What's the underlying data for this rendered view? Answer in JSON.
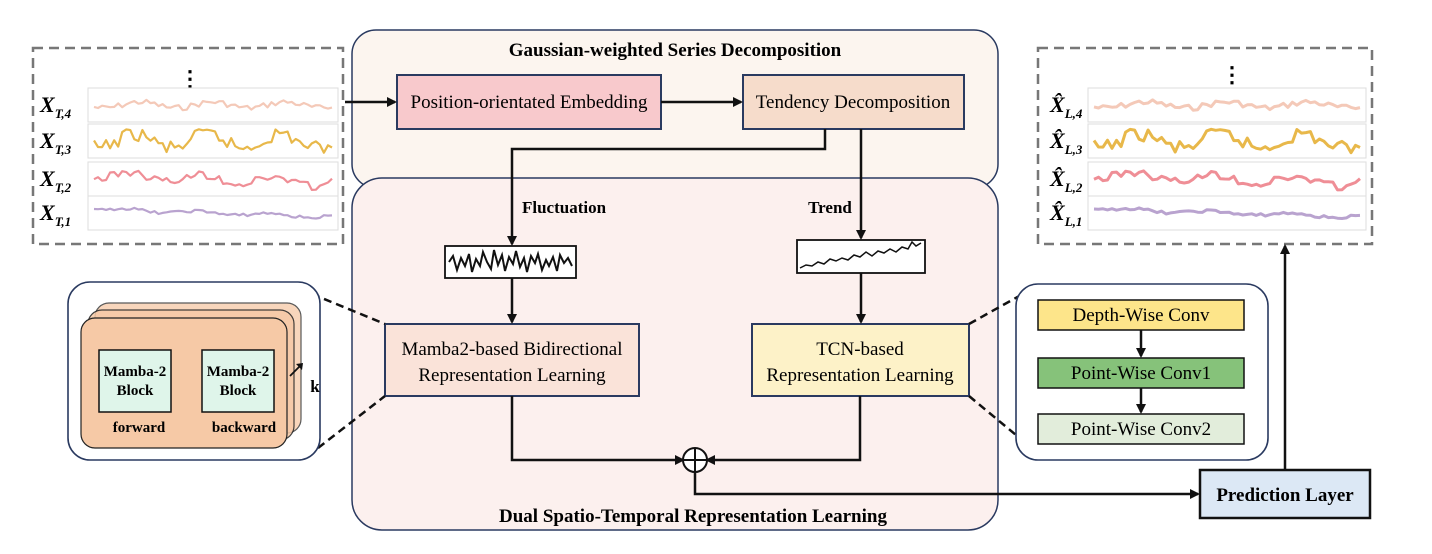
{
  "colors": {
    "gsd_bg": "#fcf5ef",
    "dst_bg": "#fcf0ee",
    "embed_fill": "#f8c9cc",
    "tend_fill": "#f6dccb",
    "mamba_fill": "#fae3d9",
    "tcn_fill": "#fdf2c8",
    "pred_fill": "#dce8f5",
    "box_stroke": "#2a3a60",
    "dw_fill": "#fde58a",
    "pw1_fill": "#86c27a",
    "pw2_fill": "#e2eddb",
    "block_fill": "#dff5ea",
    "stack_fill": "#f6c9a6",
    "series": [
      "#f4c9b8",
      "#e8b84a",
      "#ef8e96",
      "#b9a3cf"
    ]
  },
  "gsd": {
    "title": "Gaussian-weighted Series Decomposition"
  },
  "dst": {
    "title": "Dual Spatio-Temporal Representation  Learning"
  },
  "boxes": {
    "embedding": "Position-orientated Embedding",
    "tendency": "Tendency Decomposition",
    "mamba_line1": "Mamba2-based Bidirectional",
    "mamba_line2": "Representation Learning",
    "tcn_line1": "TCN-based",
    "tcn_line2": "Representation Learning",
    "prediction": "Prediction Layer"
  },
  "branches": {
    "fluctuation": "Fluctuation",
    "trend": "Trend"
  },
  "input": {
    "ellipsis": "⋮",
    "labels": [
      {
        "main": "X",
        "sub": "T,4"
      },
      {
        "main": "X",
        "sub": "T,3"
      },
      {
        "main": "X",
        "sub": "T,2"
      },
      {
        "main": "X",
        "sub": "T,1"
      }
    ]
  },
  "output": {
    "ellipsis": "⋮",
    "labels": [
      {
        "main": "X̂",
        "sub": "L,4"
      },
      {
        "main": "X̂",
        "sub": "L,3"
      },
      {
        "main": "X̂",
        "sub": "L,2"
      },
      {
        "main": "X̂",
        "sub": "L,1"
      }
    ]
  },
  "mamba_detail": {
    "block_line1": "Mamba-2",
    "block_line2": "Block",
    "forward": "forward",
    "backward": "backward",
    "repeat": "k"
  },
  "tcn_detail": {
    "depthwise": "Depth-Wise Conv",
    "pointwise1": "Point-Wise Conv1",
    "pointwise2": "Point-Wise Conv2"
  },
  "plus_symbol": "+"
}
